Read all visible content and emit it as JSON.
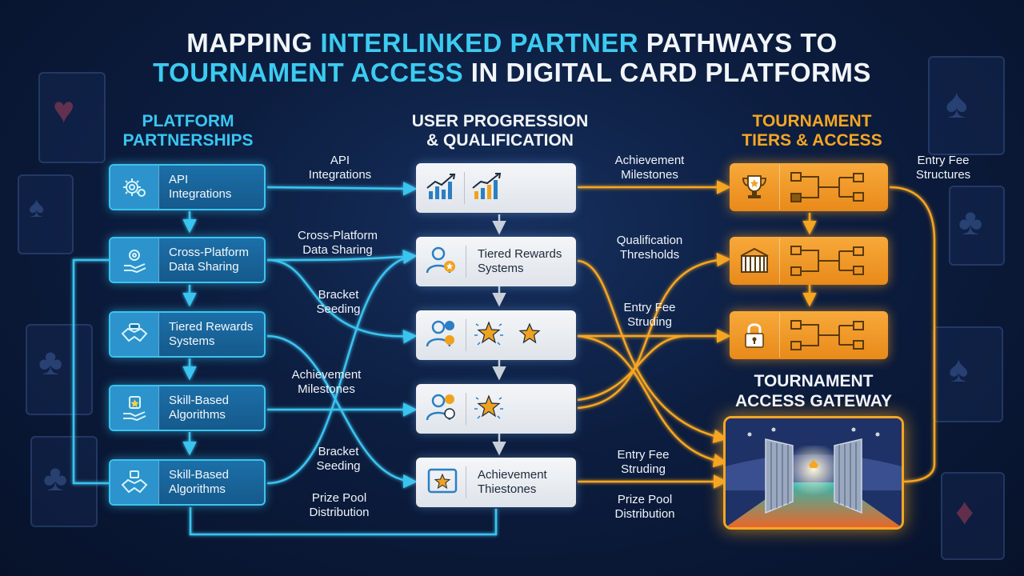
{
  "title": {
    "line1_a": "MAPPING ",
    "line1_b": "INTERLINKED PARTNER",
    "line1_c": " PATHWAYS TO",
    "line2_a": "TOURNAMENT ACCESS",
    "line2_b": " IN DIGITAL CARD PLATFORMS"
  },
  "columns": {
    "left": {
      "line1": "PLATFORM",
      "line2": "PARTNERSHIPS"
    },
    "middle": {
      "line1": "USER PROGRESSION",
      "line2": "& QUALIFICATION"
    },
    "right": {
      "line1": "TOURNAMENT",
      "line2": "TIERS & ACCESS"
    }
  },
  "left_nodes": [
    {
      "l1": "API",
      "l2": "Integrations",
      "icon": "gear-icon"
    },
    {
      "l1": "Cross-Platform",
      "l2": "Data Sharing",
      "icon": "hand-gear-icon"
    },
    {
      "l1": "Tiered Rewards",
      "l2": "Systems",
      "icon": "handshake-icon"
    },
    {
      "l1": "Skill-Based",
      "l2": "Algorithms",
      "icon": "hand-star-icon"
    },
    {
      "l1": "Skill-Based",
      "l2": "Algorithms",
      "icon": "handshake-icon"
    }
  ],
  "middle_nodes": [
    {
      "l1": "",
      "l2": "",
      "icon": "growth-chart-icon"
    },
    {
      "l1": "Tiered Rewards",
      "l2": "Systems",
      "icon": "user-badge-icon"
    },
    {
      "l1": "",
      "l2": "",
      "icon": "user-star-icon"
    },
    {
      "l1": "",
      "l2": "",
      "icon": "user-star-icon"
    },
    {
      "l1": "Achievement",
      "l2": "Thiestones",
      "icon": "star-certificate-icon"
    }
  ],
  "right_nodes": [
    {
      "icon": "trophy-icon"
    },
    {
      "icon": "arena-icon"
    },
    {
      "icon": "lock-icon"
    }
  ],
  "edge_labels": {
    "a": {
      "l1": "API",
      "l2": "Integrations"
    },
    "b": {
      "l1": "Cross-Platform",
      "l2": "Data Sharing"
    },
    "c": {
      "l1": "Bracket",
      "l2": "Seeding"
    },
    "d": {
      "l1": "Achievement",
      "l2": "Milestones"
    },
    "e": {
      "l1": "Bracket",
      "l2": "Seeding"
    },
    "f": {
      "l1": "Prize Pool",
      "l2": "Distribution"
    },
    "g": {
      "l1": "Achievement",
      "l2": "Milestones"
    },
    "h": {
      "l1": "Qualification",
      "l2": "Thresholds"
    },
    "i": {
      "l1": "Entry Fee",
      "l2": "Struding"
    },
    "j": {
      "l1": "Entry Fee",
      "l2": "Struding"
    },
    "k": {
      "l1": "Prize Pool",
      "l2": "Distribution"
    },
    "l": {
      "l1": "Entry Fee",
      "l2": "Structures"
    }
  },
  "gateway": {
    "line1": "TOURNAMENT",
    "line2": "ACCESS GATEWAY"
  },
  "colors": {
    "blue": "#3bc4f0",
    "orange": "#f6a623",
    "background": "#0c1d3f"
  }
}
